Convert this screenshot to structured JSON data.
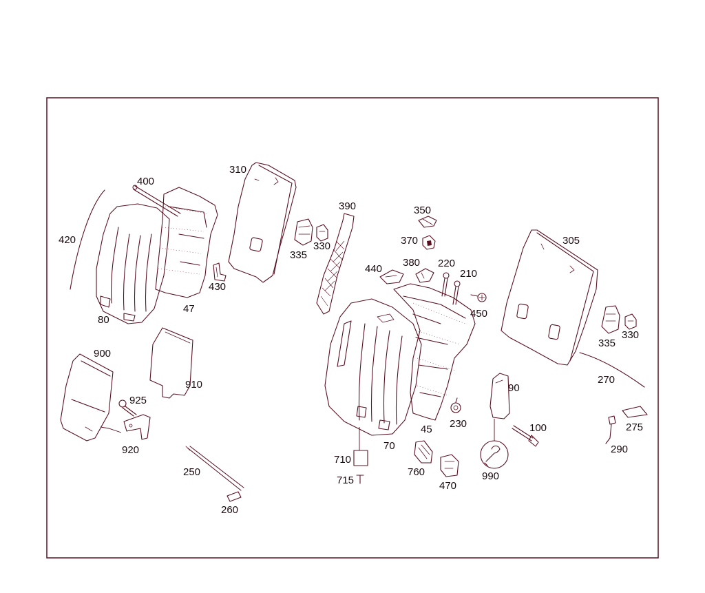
{
  "callouts": [
    {
      "label": "400"
    },
    {
      "label": "310"
    },
    {
      "label": "390"
    },
    {
      "label": "350"
    },
    {
      "label": "305"
    },
    {
      "label": "420"
    },
    {
      "label": "370"
    },
    {
      "label": "330"
    },
    {
      "label": "335"
    },
    {
      "label": "440"
    },
    {
      "label": "380"
    },
    {
      "label": "220"
    },
    {
      "label": "210"
    },
    {
      "label": "430"
    },
    {
      "label": "47"
    },
    {
      "label": "450"
    },
    {
      "label": "80"
    },
    {
      "label": "335"
    },
    {
      "label": "330"
    },
    {
      "label": "900"
    },
    {
      "label": "910"
    },
    {
      "label": "270"
    },
    {
      "label": "90"
    },
    {
      "label": "925"
    },
    {
      "label": "230"
    },
    {
      "label": "100"
    },
    {
      "label": "275"
    },
    {
      "label": "45"
    },
    {
      "label": "920"
    },
    {
      "label": "70"
    },
    {
      "label": "290"
    },
    {
      "label": "710"
    },
    {
      "label": "760"
    },
    {
      "label": "990"
    },
    {
      "label": "250"
    },
    {
      "label": "715"
    },
    {
      "label": "470"
    },
    {
      "label": "260"
    }
  ]
}
